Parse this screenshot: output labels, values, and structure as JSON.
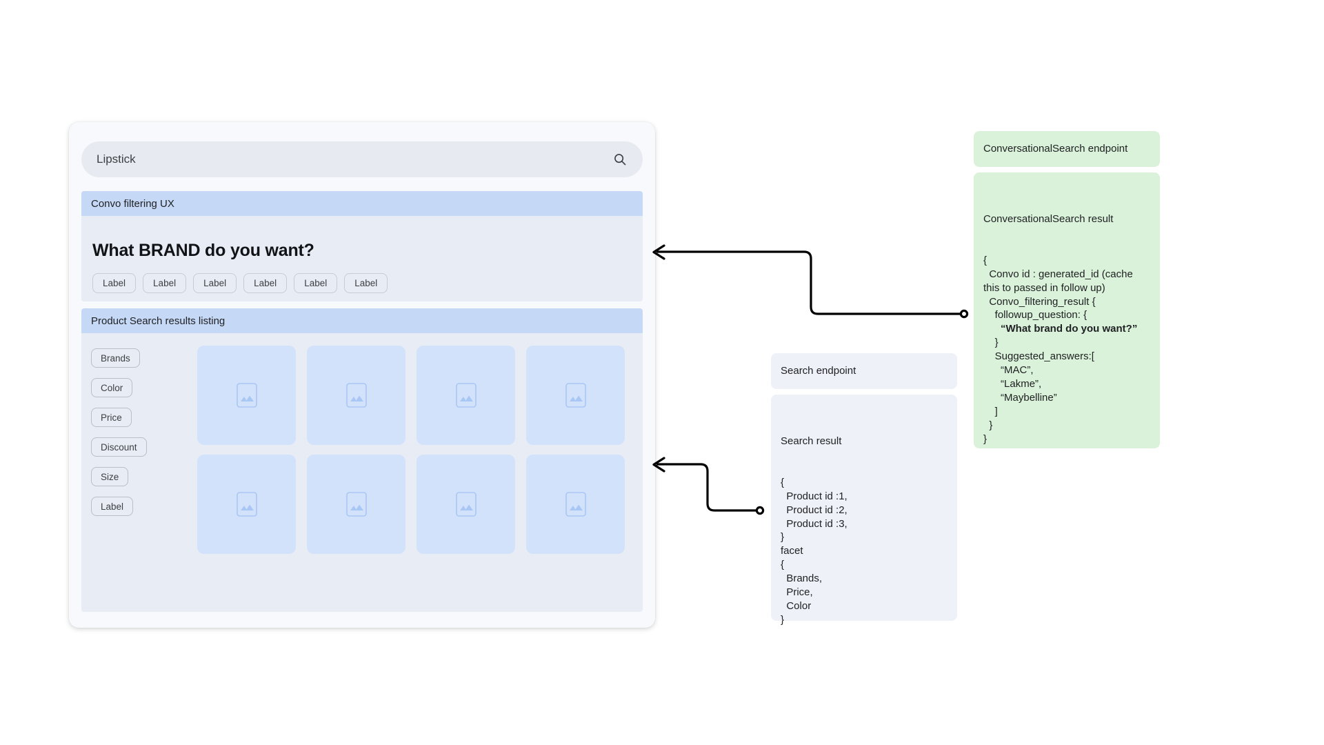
{
  "search": {
    "value": "Lipstick",
    "icon": "search-icon"
  },
  "convo_section": {
    "header": "Convo filtering UX",
    "question": "What BRAND do you want?",
    "chips": [
      "Label",
      "Label",
      "Label",
      "Label",
      "Label",
      "Label"
    ]
  },
  "results_section": {
    "header": "Product Search results listing",
    "facets": [
      "Brands",
      "Color",
      "Price",
      "Discount",
      "Size",
      "Label"
    ],
    "product_count": 8,
    "placeholder_icon": "image-placeholder-icon"
  },
  "conversational_search": {
    "endpoint_label": "ConversationalSearch endpoint",
    "result_title": "ConversationalSearch result",
    "result_lines": [
      {
        "text": "{",
        "bold": false
      },
      {
        "text": "  Convo id : generated_id (cache this to passed in follow up)",
        "bold": false
      },
      {
        "text": "  Convo_filtering_result {",
        "bold": false
      },
      {
        "text": "    followup_question: {",
        "bold": false
      },
      {
        "text": "      “What brand do you want?”",
        "bold": true
      },
      {
        "text": "    }",
        "bold": false
      },
      {
        "text": "    Suggested_answers:[",
        "bold": false
      },
      {
        "text": "      “MAC”,",
        "bold": false
      },
      {
        "text": "      “Lakme”,",
        "bold": false
      },
      {
        "text": "      “Maybelline”",
        "bold": false
      },
      {
        "text": "    ]",
        "bold": false
      },
      {
        "text": "  }",
        "bold": false
      },
      {
        "text": "}",
        "bold": false
      }
    ]
  },
  "search_api": {
    "endpoint_label": "Search endpoint",
    "result_title": "Search result",
    "result_lines": [
      {
        "text": "{",
        "bold": false
      },
      {
        "text": "  Product id :1,",
        "bold": false
      },
      {
        "text": "  Product id :2,",
        "bold": false
      },
      {
        "text": "  Product id :3,",
        "bold": false
      },
      {
        "text": "}",
        "bold": false
      },
      {
        "text": "facet",
        "bold": false
      },
      {
        "text": "{",
        "bold": false
      },
      {
        "text": "  Brands,",
        "bold": false
      },
      {
        "text": "  Price,",
        "bold": false
      },
      {
        "text": "  Color",
        "bold": false
      },
      {
        "text": "}",
        "bold": false
      }
    ]
  },
  "connectors": [
    {
      "name": "conversational-search-connector",
      "from": "conversational-search-result",
      "to": "convo-filtering-ux"
    },
    {
      "name": "search-connector",
      "from": "search-result",
      "to": "product-search-results"
    }
  ],
  "colors": {
    "card_bg": "#f8f9fc",
    "section_header": "#c5d9f7",
    "section_body": "#e8ecf4",
    "product_card": "#d3e2fb",
    "panel_grey": "#eef1f7",
    "panel_green": "#d9f2d9",
    "connector": "#000000"
  }
}
